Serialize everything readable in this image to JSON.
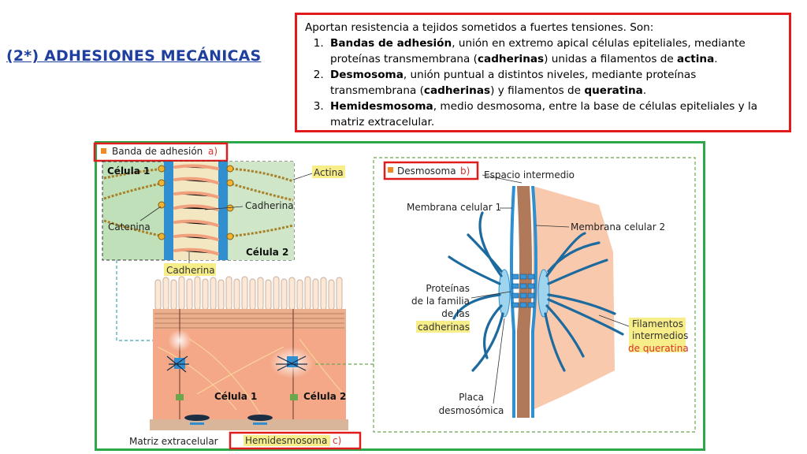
{
  "title": "(2*) ADHESIONES MECÁNICAS",
  "info": {
    "intro": "Aportan resistencia a tejidos sometidos a fuertes tensiones. Son:",
    "items": [
      {
        "strong": "Bandas de adhesión",
        "text1": ", unión en extremo apical células epiteliales, mediante proteínas transmembrana (",
        "strong2": "cadherinas",
        "text2": ") unidas a filamentos de ",
        "strong3": "actina",
        "text3": "."
      },
      {
        "strong": "Desmosoma",
        "text1": ", unión puntual a distintos niveles, mediante proteínas transmembrana (",
        "strong2": "cadherinas",
        "text2": ") y filamentos de ",
        "strong3": "queratina",
        "text3": "."
      },
      {
        "strong": "Hemidesmosoma",
        "text1": ", medio desmosoma, entre la base de células epiteliales y la matriz extracelular.",
        "strong2": "",
        "text2": "",
        "strong3": "",
        "text3": ""
      }
    ]
  },
  "diagram_a": {
    "heading": "Banda de adhesión",
    "letter": "a)",
    "cell1": "Célula 1",
    "cell2": "Célula 2",
    "actina": "Actina",
    "cadherina_right": "Cadherina",
    "catenina": "Catenina",
    "cadherina_bottom": "Cadherina"
  },
  "diagram_b": {
    "heading": "Desmosoma",
    "letter": "b)",
    "espacio": "Espacio intermedio",
    "membrana1": "Membrana celular 1",
    "membrana2": "Membrana celular 2",
    "proteinas_1": "Proteínas",
    "proteinas_2": "de la familia",
    "proteinas_3": "de las",
    "proteinas_4": "cadherinas",
    "filamentos_1": "Filamentos",
    "filamentos_2": "intermedios",
    "filamentos_3": "de queratina",
    "placa_1": "Placa",
    "placa_2": "desmosómica"
  },
  "diagram_c": {
    "cell1": "Célula 1",
    "cell2": "Célula 2",
    "matriz": "Matriz extracelular",
    "heading": "Hemidesmosoma",
    "letter": "c)"
  },
  "colors": {
    "title": "#1f3fa0",
    "red_box": "#e01b1b",
    "green_frame": "#2aa84a",
    "cell_body": "#f4a888",
    "membrane_blue": "#2f8fd0",
    "highlight": "#f7ee8a"
  }
}
